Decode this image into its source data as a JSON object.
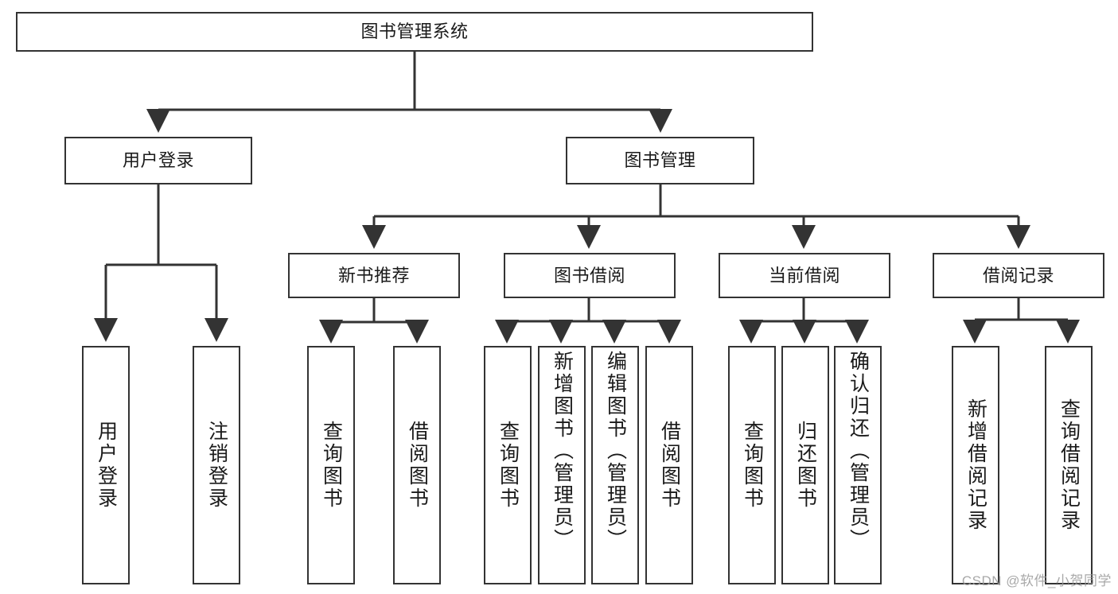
{
  "diagram": {
    "type": "tree-hierarchy-diagram",
    "title": "图书管理系统",
    "root": {
      "id": "root",
      "label": "图书管理系统"
    },
    "level2": [
      {
        "id": "user-login",
        "label": "用户登录"
      },
      {
        "id": "book-manage",
        "label": "图书管理"
      }
    ],
    "level3": [
      {
        "id": "new-book-recommend",
        "label": "新书推荐"
      },
      {
        "id": "book-borrow",
        "label": "图书借阅"
      },
      {
        "id": "current-borrow",
        "label": "当前借阅"
      },
      {
        "id": "borrow-record",
        "label": "借阅记录"
      }
    ],
    "leaves": {
      "user_login": [
        {
          "id": "leaf-user-login",
          "label": "用户登录"
        },
        {
          "id": "leaf-logout-login",
          "label": "注销登录"
        }
      ],
      "new_book_recommend": [
        {
          "id": "leaf-query-book-1",
          "label": "查询图书"
        },
        {
          "id": "leaf-borrow-book-1",
          "label": "借阅图书"
        }
      ],
      "book_borrow": [
        {
          "id": "leaf-query-book-2",
          "label": "查询图书"
        },
        {
          "id": "leaf-add-book",
          "label": "新增图书（管理员）"
        },
        {
          "id": "leaf-edit-book",
          "label": "编辑图书（管理员）"
        },
        {
          "id": "leaf-borrow-book-2",
          "label": "借阅图书"
        }
      ],
      "current_borrow": [
        {
          "id": "leaf-query-book-3",
          "label": "查询图书"
        },
        {
          "id": "leaf-return-book",
          "label": "归还图书"
        },
        {
          "id": "leaf-confirm-return",
          "label": "确认归还（管理员）"
        }
      ],
      "borrow_record": [
        {
          "id": "leaf-add-record",
          "label": "新增借阅记录"
        },
        {
          "id": "leaf-query-record",
          "label": "查询借阅记录"
        }
      ]
    },
    "colors": {
      "stroke": "#333333",
      "fill": "#ffffff",
      "text": "#1a1a1a",
      "watermark": "#9a9a9a"
    }
  },
  "watermark": {
    "text": "CSDN @软件_小贺同学"
  }
}
